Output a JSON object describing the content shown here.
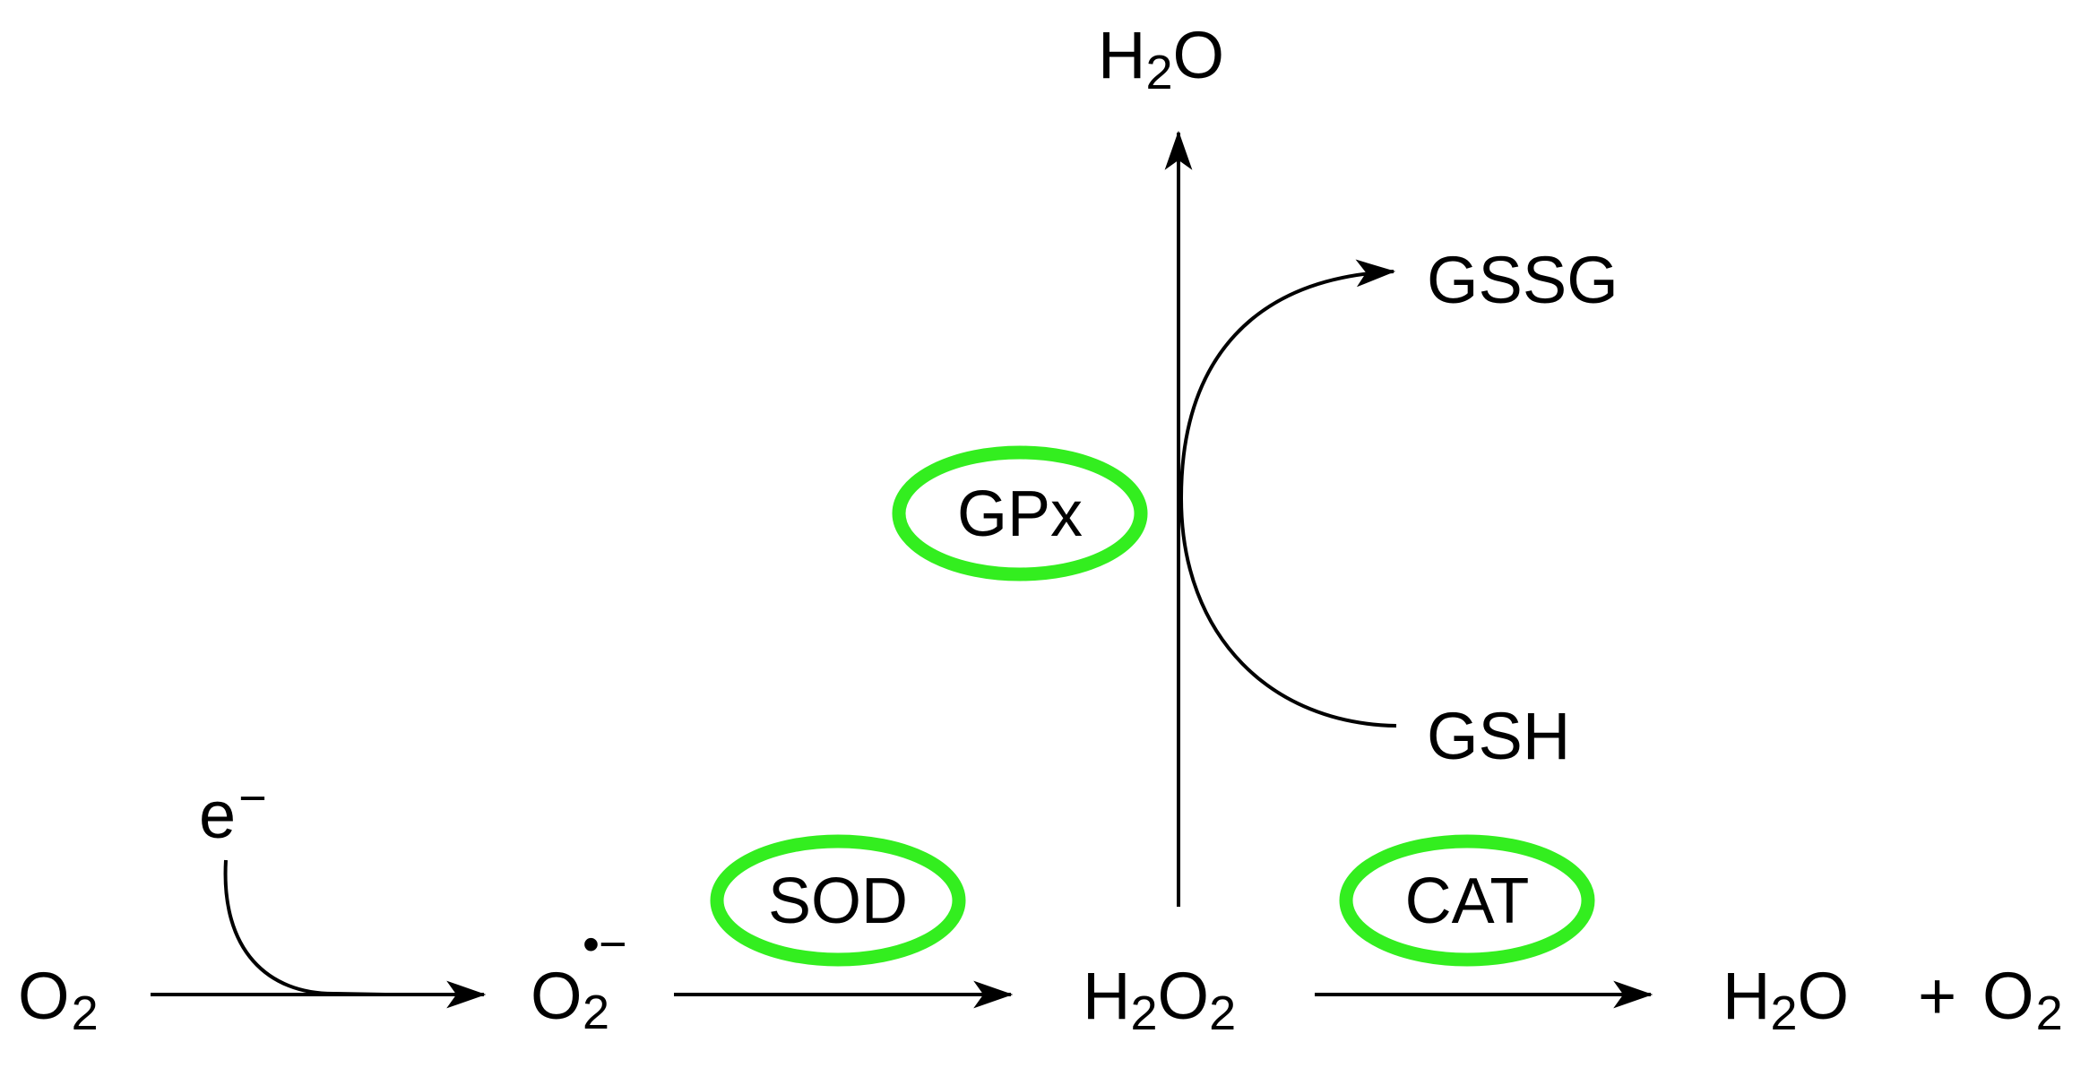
{
  "species": {
    "o2": {
      "base": "O",
      "sub": "2"
    },
    "electron": {
      "base": "e",
      "sup": "−"
    },
    "superoxide": {
      "base": "O",
      "sub": "2",
      "sup_dot": "•",
      "sup_charge": "−"
    },
    "h2o2": {
      "a": "H",
      "sub1": "2",
      "b": "O",
      "sub2": "2"
    },
    "h2o_top": {
      "a": "H",
      "sub": "2",
      "b": "O"
    },
    "gssg": "GSSG",
    "gsh": "GSH",
    "h2o_right": {
      "a": "H",
      "sub": "2",
      "b": "O"
    },
    "plus": "+",
    "o2_right": {
      "base": "O",
      "sub": "2"
    }
  },
  "enzymes": {
    "sod": "SOD",
    "cat": "CAT",
    "gpx": "GPx"
  },
  "colors": {
    "enzyme_ring": "#33ee1f",
    "line": "#000000",
    "background": "#ffffff"
  }
}
